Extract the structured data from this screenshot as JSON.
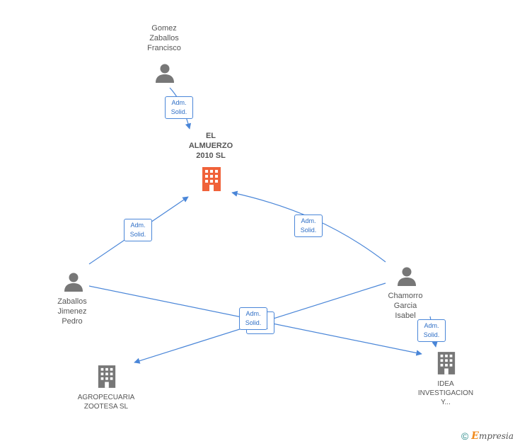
{
  "nodes": {
    "gomez": {
      "label": "Gomez\nZaballos\nFrancisco",
      "type": "person"
    },
    "main": {
      "label": "EL\nALMUERZO\n2010 SL",
      "type": "company-main"
    },
    "zaballos": {
      "label": "Zaballos\nJimenez\nPedro",
      "type": "person"
    },
    "chamorro": {
      "label": "Chamorro\nGarcia\nIsabel",
      "type": "person"
    },
    "agropecuaria": {
      "label": "AGROPECUARIA\nZOOTESA SL",
      "type": "company"
    },
    "idea": {
      "label": "IDEA\nINVESTIGACION\nY...",
      "type": "company"
    }
  },
  "relation": {
    "line1": "Adm.",
    "line2": "Solid."
  },
  "colors": {
    "edge": "#4a86d8",
    "person_icon": "#777777",
    "company_icon": "#777777",
    "main_icon": "#f0623a"
  },
  "footer": {
    "copyright": "©",
    "brand_first": "E",
    "brand_rest": "mpresia"
  }
}
